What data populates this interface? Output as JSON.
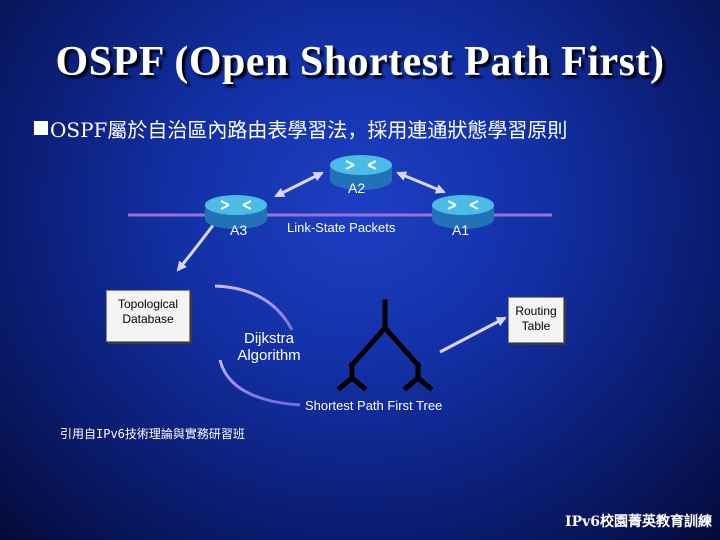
{
  "slide": {
    "title": "OSPF (Open Shortest Path First)",
    "bullet": "OSPF屬於自治區內路由表學習法，採用連通狀態學習原則",
    "source_note": "引用自IPv6技術理論與實務研習班",
    "footer": "IPv6校園菁英教育訓練"
  },
  "diagram": {
    "routers": [
      {
        "id": "A2",
        "label": "A2"
      },
      {
        "id": "A3",
        "label": "A3"
      },
      {
        "id": "A1",
        "label": "A1"
      }
    ],
    "link_state_label": "Link-State Packets",
    "topological_database": "Topological Database",
    "algorithm": "Dijkstra Algorithm",
    "routing_table": "Routing Table",
    "tree_label": "Shortest Path First Tree",
    "colors": {
      "lan_line": "#9a6fd6",
      "router_top": "#4bbbe8",
      "router_side": "#2272b8",
      "arrow": "#d8d8ff"
    }
  }
}
